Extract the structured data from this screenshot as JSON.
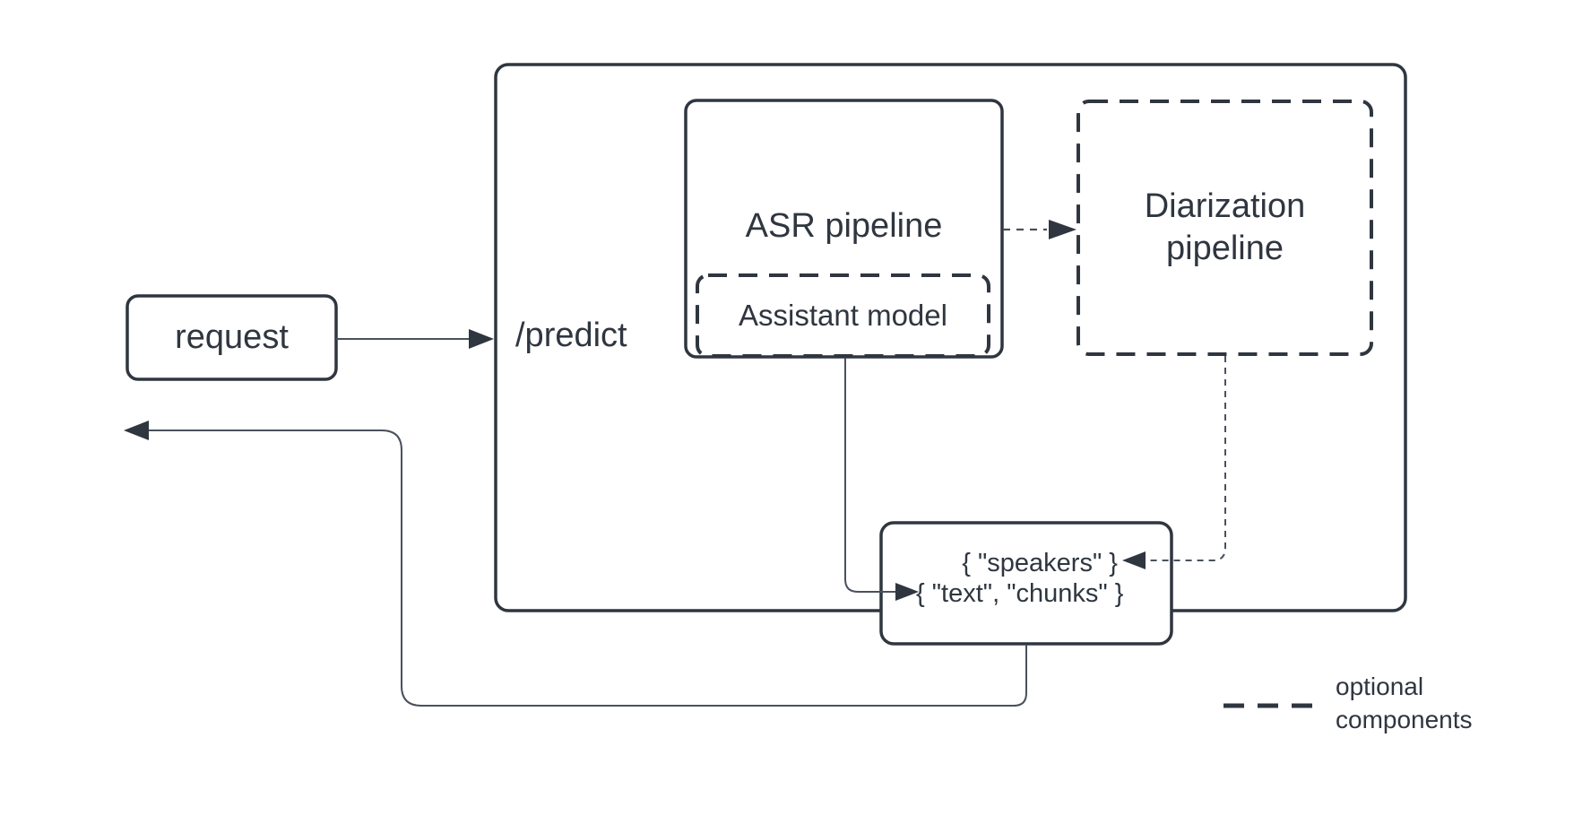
{
  "diagram": {
    "nodes": {
      "request": {
        "label": "request"
      },
      "predict_container": {
        "label": "/predict"
      },
      "asr_pipeline": {
        "label": "ASR pipeline"
      },
      "assistant_model": {
        "label": "Assistant model",
        "optional": true
      },
      "diarization_pipeline": {
        "label": "Diarization pipeline",
        "optional": true
      },
      "response": {
        "speakers_line": "{ \"speakers\" }",
        "text_chunks_line": "{ \"text\", \"chunks\" }"
      }
    },
    "edges": [
      {
        "from": "request",
        "to": "predict_container",
        "style": "solid"
      },
      {
        "from": "asr_pipeline",
        "to": "diarization_pipeline",
        "style": "dashed"
      },
      {
        "from": "asr_pipeline",
        "to": "response.text_chunks_line",
        "style": "solid"
      },
      {
        "from": "diarization_pipeline",
        "to": "response.speakers_line",
        "style": "dashed"
      },
      {
        "from": "response",
        "to": "request",
        "style": "solid"
      }
    ],
    "legend": {
      "label": "optional components"
    },
    "colors": {
      "stroke": "#2f3640",
      "connector": "#4a515d",
      "background": "#ffffff"
    }
  }
}
